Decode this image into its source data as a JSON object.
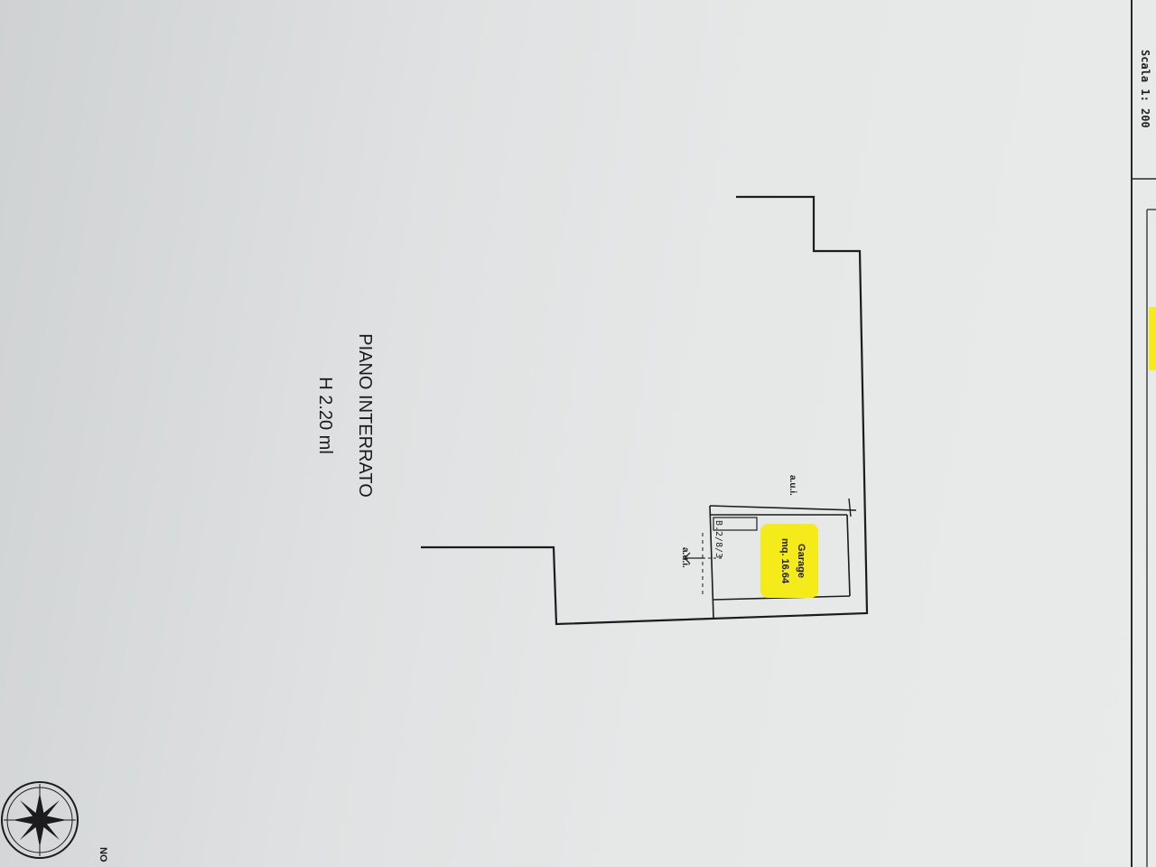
{
  "sheet": {
    "scale_label": "Scala 1: 200",
    "floor_title": "PIANO INTERRATO",
    "floor_height": "H 2.20 ml",
    "partial_label": "NO"
  },
  "rooms": [
    {
      "name": "Garage",
      "area": "mq. 16.64",
      "highlight_color": "#f5ea1a"
    }
  ],
  "annotations": {
    "dimension_label": "B.2/8/3",
    "wall_marker_top": "a.u.i.",
    "wall_marker_bottom": "a.u.i."
  },
  "icons": {
    "compass": "compass-rose-icon"
  },
  "colors": {
    "paper": "#e6e8e8",
    "ink": "#1c1c1c",
    "highlight": "#f5ea1a"
  }
}
